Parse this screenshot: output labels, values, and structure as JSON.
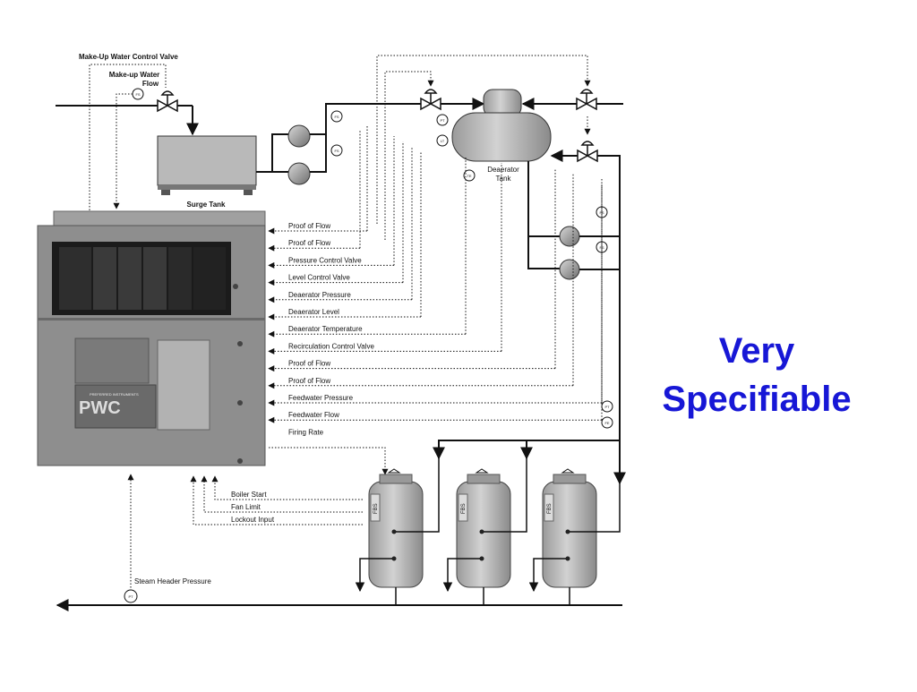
{
  "headline": {
    "line1": "Very",
    "line2": "Specifiable"
  },
  "diagram": {
    "top_labels": {
      "makeup_valve": "Make-Up Water Control Valve",
      "makeup_flow_l1": "Make-up Water",
      "makeup_flow_l2": "Flow",
      "surge_tank": "Surge Tank",
      "deaerator_l1": "Deaerator",
      "deaerator_l2": "Tank",
      "steam_header": "Steam Header Pressure"
    },
    "signals": [
      "Proof of Flow",
      "Proof of Flow",
      "Pressure Control Valve",
      "Level Control Valve",
      "Deaerator Pressure",
      "Deaerator Level",
      "Deaerator Temperature",
      "Recirculation Control Valve",
      "Proof of Flow",
      "Proof of Flow",
      "Feedwater Pressure",
      "Feedwater Flow",
      "Firing Rate"
    ],
    "bottom_signals": [
      "Boiler Start",
      "Fan Limit",
      "Lockout Input"
    ],
    "instruments": {
      "fs": "FS",
      "pt": "PT",
      "lt": "LT",
      "te": "TE",
      "fe": "FE"
    },
    "boiler_tag": "FBS",
    "controller": {
      "brand": "PWC",
      "maker": "PREFERRED INSTRUMENTS"
    }
  },
  "colors": {
    "headline": "#1717d6",
    "line": "#111111",
    "equipment": "#b9b9b9",
    "panel": "#8f8f8f"
  }
}
